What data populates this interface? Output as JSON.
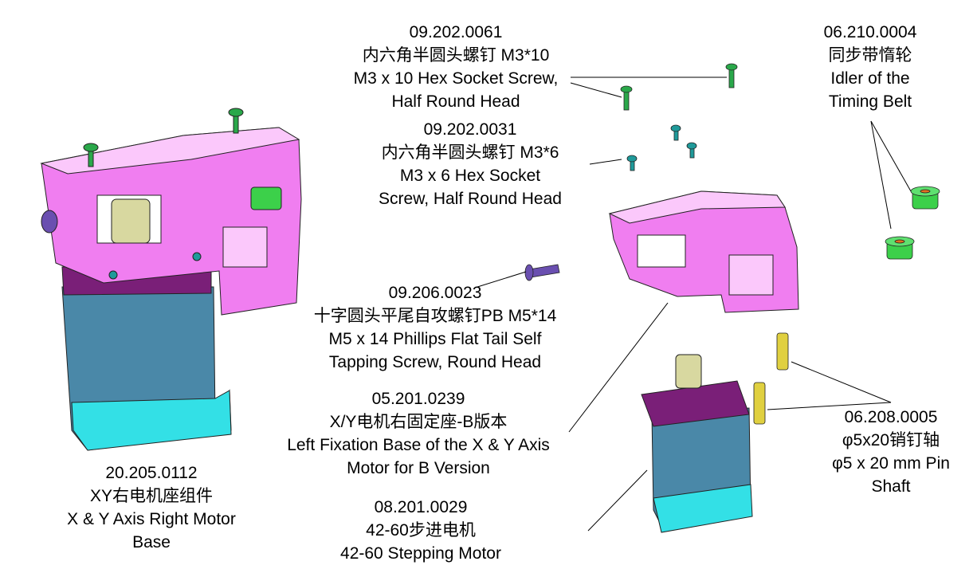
{
  "colors": {
    "bracket": "#f07ef0",
    "bracket_light": "#fbc8fb",
    "motor_body": "#4a88a8",
    "motor_top": "#7a1f78",
    "motor_bottom": "#33e0e6",
    "screw_green": "#2aa84a",
    "screw_teal": "#1f9a9a",
    "screw_purple": "#6a4fb0",
    "pulley": "#d8d8a0",
    "idler": "#3cd04a",
    "pin": "#e0d040"
  },
  "labels": {
    "screw_m3x10": {
      "part_no": "09.202.0061",
      "cn": "内六角半圆头螺钉 M3*10",
      "en1": "M3 x 10 Hex Socket Screw,",
      "en2": "Half Round Head"
    },
    "screw_m3x6": {
      "part_no": "09.202.0031",
      "cn": "内六角半圆头螺钉 M3*6",
      "en1": "M3 x 6 Hex Socket",
      "en2": "Screw, Half Round Head"
    },
    "idler": {
      "part_no": "06.210.0004",
      "cn": "同步带惰轮",
      "en1": "Idler of the",
      "en2": "Timing Belt"
    },
    "screw_m5x14": {
      "part_no": "09.206.0023",
      "cn": "十字圆头平尾自攻螺钉PB M5*14",
      "en1": "M5 x 14 Phillips Flat Tail Self",
      "en2": "Tapping Screw, Round Head"
    },
    "fixation_base": {
      "part_no": "05.201.0239",
      "cn": "X/Y电机右固定座-B版本",
      "en1": "Left Fixation Base of the X & Y Axis",
      "en2": "Motor for B Version"
    },
    "pin_shaft": {
      "part_no": "06.208.0005",
      "cn": "φ5x20销钉轴",
      "en1": "φ5 x 20 mm Pin",
      "en2": "Shaft"
    },
    "motor_base": {
      "part_no": "20.205.0112",
      "cn": "XY右电机座组件",
      "en1": "X & Y Axis Right Motor",
      "en2": "Base"
    },
    "stepping_motor": {
      "part_no": "08.201.0029",
      "cn": "42-60步进电机",
      "en1": "42-60 Stepping Motor"
    }
  }
}
